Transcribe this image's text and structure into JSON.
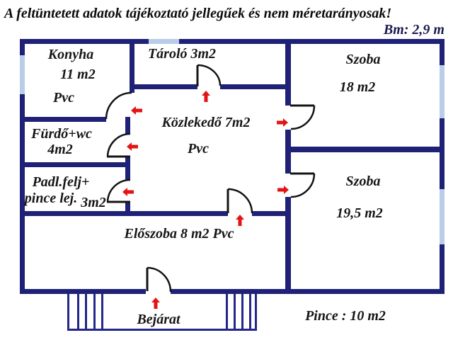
{
  "disclaimer": "A feltüntetett adatok tájékoztató jellegűek és nem méretarányosak!",
  "building_height": "Bm: 2,9 m",
  "rooms": {
    "konyha": {
      "name": "Konyha",
      "area": "11 m2",
      "floor": "Pvc"
    },
    "tarolo": {
      "label": "Tároló 3m2"
    },
    "szoba_felso": {
      "name": "Szoba",
      "area": "18 m2"
    },
    "furdo": {
      "name": "Fürdő+wc",
      "area": "4m2"
    },
    "kozlekedo": {
      "label": "Közlekedő 7m2",
      "floor": "Pvc"
    },
    "padlas": {
      "line1": "Padl.felj+",
      "line2": "pince lej.",
      "area": "3m2"
    },
    "szoba_also": {
      "name": "Szoba",
      "area": "19,5 m2"
    },
    "eloszoba": {
      "label": "Előszoba 8 m2 Pvc"
    },
    "bejarat": {
      "label": "Bejárat"
    },
    "pince": {
      "label": "Pince : 10 m2"
    }
  },
  "door_arrows": [
    {
      "room": "konyha",
      "direction": "left"
    },
    {
      "room": "tarolo",
      "direction": "up"
    },
    {
      "room": "furdo",
      "direction": "left"
    },
    {
      "room": "padlas",
      "direction": "left"
    },
    {
      "room": "szoba_felso",
      "direction": "right"
    },
    {
      "room": "szoba_also",
      "direction": "right"
    },
    {
      "room": "eloszoba",
      "direction": "up"
    },
    {
      "room": "bejarat",
      "direction": "up"
    }
  ],
  "colors": {
    "wall": "#1f2176",
    "window": "#b9cde8",
    "door_arrow": "#e31414",
    "text": "#161616",
    "height_text": "#1b1b4d"
  }
}
